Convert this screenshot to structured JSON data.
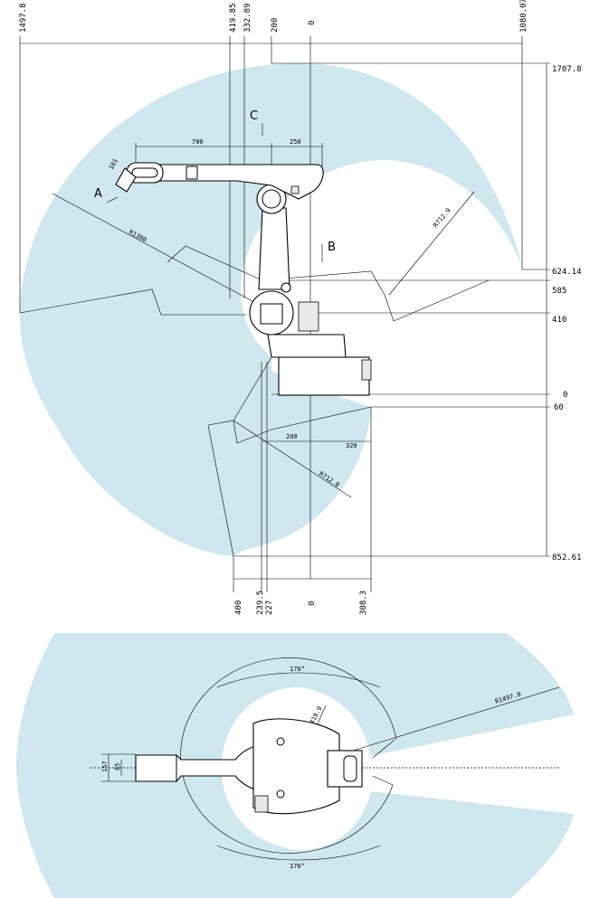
{
  "colors": {
    "workspace": "#cfe7ee",
    "line": "#000000",
    "background": "#ffffff"
  },
  "side_view": {
    "top_dims": [
      "1497.8",
      "419.85",
      "332.89",
      "200",
      "0",
      "1080.07"
    ],
    "right_dims": [
      "1707.8",
      "624.14",
      "585",
      "410",
      "0",
      "60",
      "852.61"
    ],
    "bottom_dims": [
      "400",
      "239.5",
      "227",
      "0",
      "308.3"
    ],
    "arm_dims": [
      "700",
      "250",
      "101",
      "200",
      "320"
    ],
    "radii": [
      "R1300",
      "R712.9",
      "R712.8"
    ],
    "labels": [
      "A",
      "B",
      "C"
    ]
  },
  "top_view": {
    "angles": [
      "170°",
      "170°"
    ],
    "radii": [
      "R1497.8",
      "R419.9"
    ],
    "width_dims": [
      "157",
      "85"
    ]
  }
}
